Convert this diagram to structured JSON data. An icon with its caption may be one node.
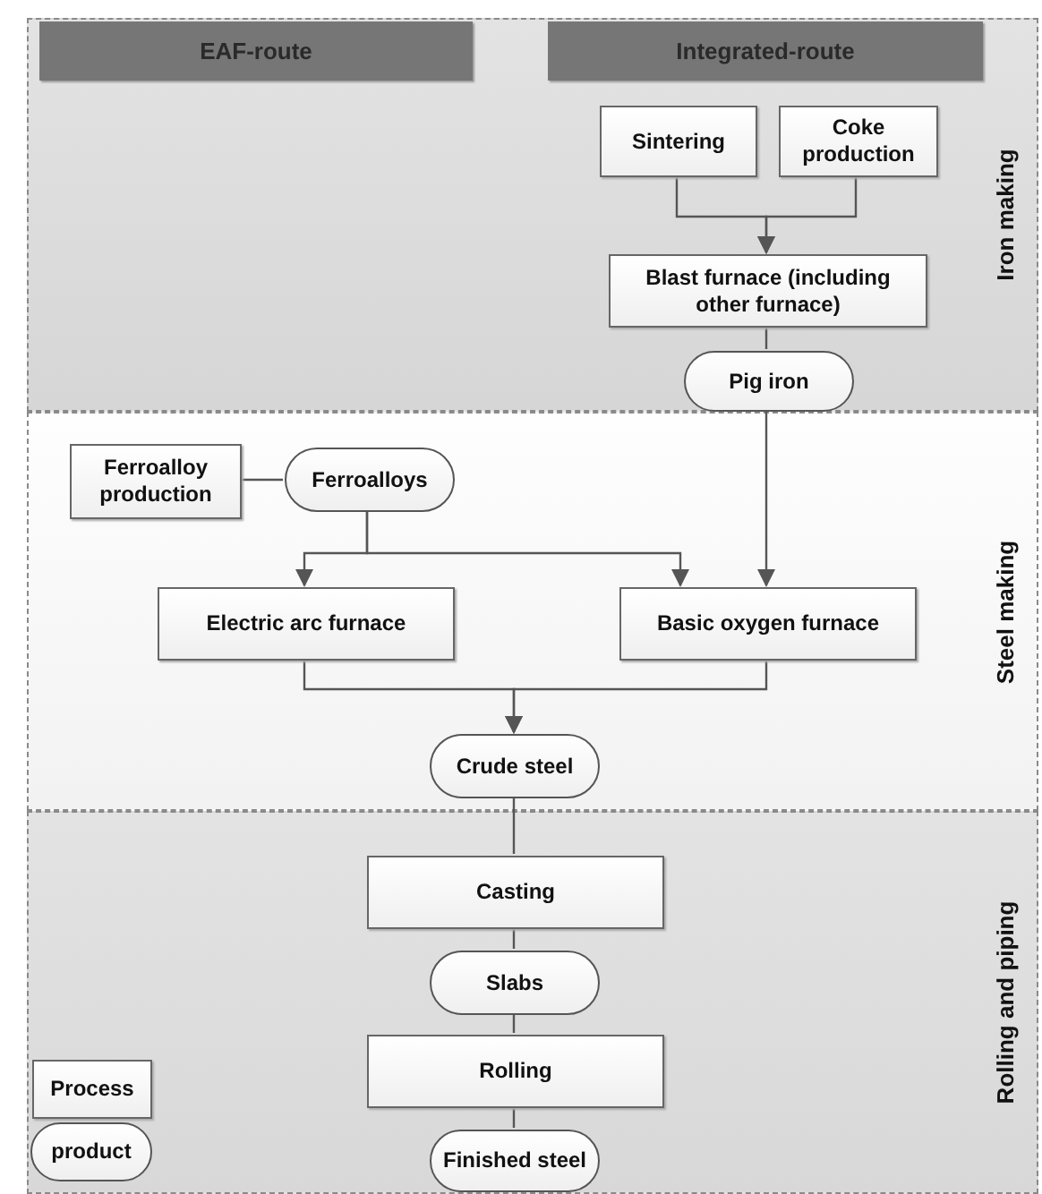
{
  "diagram": {
    "nodes": [
      {
        "text": [
          "Iron making"
        ]
      },
      {
        "text": [
          "EAF-route"
        ],
        "in": 0
      },
      {
        "text": [
          "Integrated-route"
        ],
        "in": 0
      },
      {
        "text": [
          "Sintering"
        ],
        "in": 0
      },
      {
        "text": [
          "Coke production"
        ],
        "in": 0
      },
      {
        "text": [
          "Blast furnace (including other furnace)"
        ],
        "in": 0
      },
      {
        "text": [
          "Pig iron"
        ],
        "in": 0
      },
      {
        "text": [
          "Steel making"
        ]
      },
      {
        "text": [
          "Ferroalloy production"
        ],
        "in": 7
      },
      {
        "text": [
          "Ferroalloys"
        ],
        "in": 7
      },
      {
        "text": [
          "Electric arc furnace"
        ],
        "in": 7
      },
      {
        "text": [
          "Basic oxygen furnace"
        ],
        "in": 7
      },
      {
        "text": [
          "Crude steel"
        ],
        "in": 7
      },
      {
        "text": [
          "Rolling and piping"
        ]
      },
      {
        "text": [
          "Casting"
        ],
        "in": 13
      },
      {
        "text": [
          "Slabs"
        ],
        "in": 13
      },
      {
        "text": [
          "Rolling"
        ],
        "in": 13
      },
      {
        "text": [
          "Finished steel"
        ],
        "in": 13
      },
      {
        "text": [
          "Process"
        ],
        "in": 13
      },
      {
        "text": [
          "product"
        ],
        "in": 13
      }
    ],
    "edges": [
      {
        "from": 3,
        "to": 5,
        "arrow": "to"
      },
      {
        "from": 4,
        "to": 5,
        "arrow": "to"
      },
      {
        "from": 5,
        "to": 6,
        "arrow": "none"
      },
      {
        "from": 6,
        "to": 11,
        "arrow": "to"
      },
      {
        "from": 8,
        "to": 9,
        "arrow": "none"
      },
      {
        "from": 9,
        "to": 10,
        "arrow": "to"
      },
      {
        "from": 9,
        "to": 11,
        "arrow": "to"
      },
      {
        "from": 10,
        "to": 12,
        "arrow": "to"
      },
      {
        "from": 11,
        "to": 12,
        "arrow": "to"
      },
      {
        "from": 12,
        "to": 14,
        "arrow": "none"
      },
      {
        "from": 14,
        "to": 15,
        "arrow": "none"
      },
      {
        "from": 15,
        "to": 16,
        "arrow": "none"
      },
      {
        "from": 16,
        "to": 17,
        "arrow": "none"
      }
    ]
  }
}
